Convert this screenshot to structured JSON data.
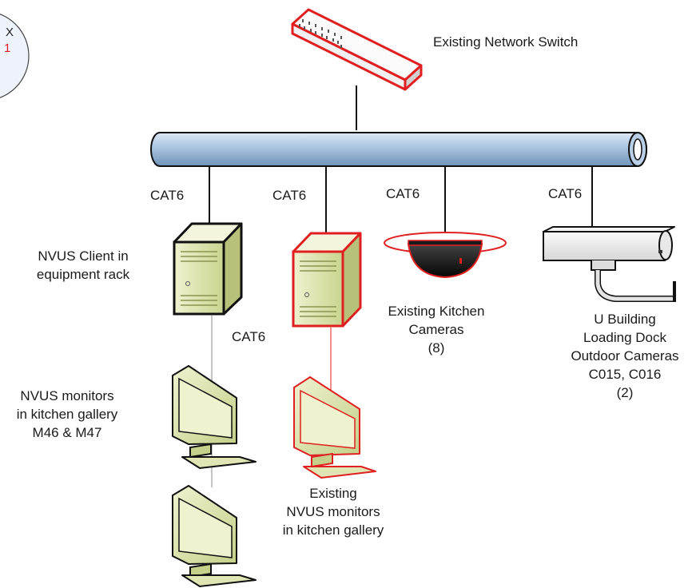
{
  "badge": {
    "line1": "X",
    "line2": "1"
  },
  "switch_label": "Existing Network Switch",
  "cable_labels": [
    "CAT6",
    "CAT6",
    "CAT6",
    "CAT6"
  ],
  "client_cable_label": "CAT6",
  "nvus_client": {
    "line1": "NVUS Client in",
    "line2": "equipment rack"
  },
  "nvus_monitors": {
    "line1": "NVUS monitors",
    "line2": "in kitchen gallery",
    "line3": "M46 & M47"
  },
  "existing_monitors": {
    "line1": "Existing",
    "line2": "NVUS monitors",
    "line3": "in kitchen gallery"
  },
  "kitchen_cameras": {
    "line1": "Existing Kitchen",
    "line2": "Cameras",
    "line3": "(8)"
  },
  "outdoor_cameras": {
    "line1": "U Building",
    "line2": "Loading Dock",
    "line3": "Outdoor Cameras",
    "line4": "C015, C016",
    "line5": "(2)"
  },
  "colors": {
    "existing_outline": "#e02020",
    "backbone": "#a9c4df",
    "device_fill": "#dfe6b4"
  }
}
